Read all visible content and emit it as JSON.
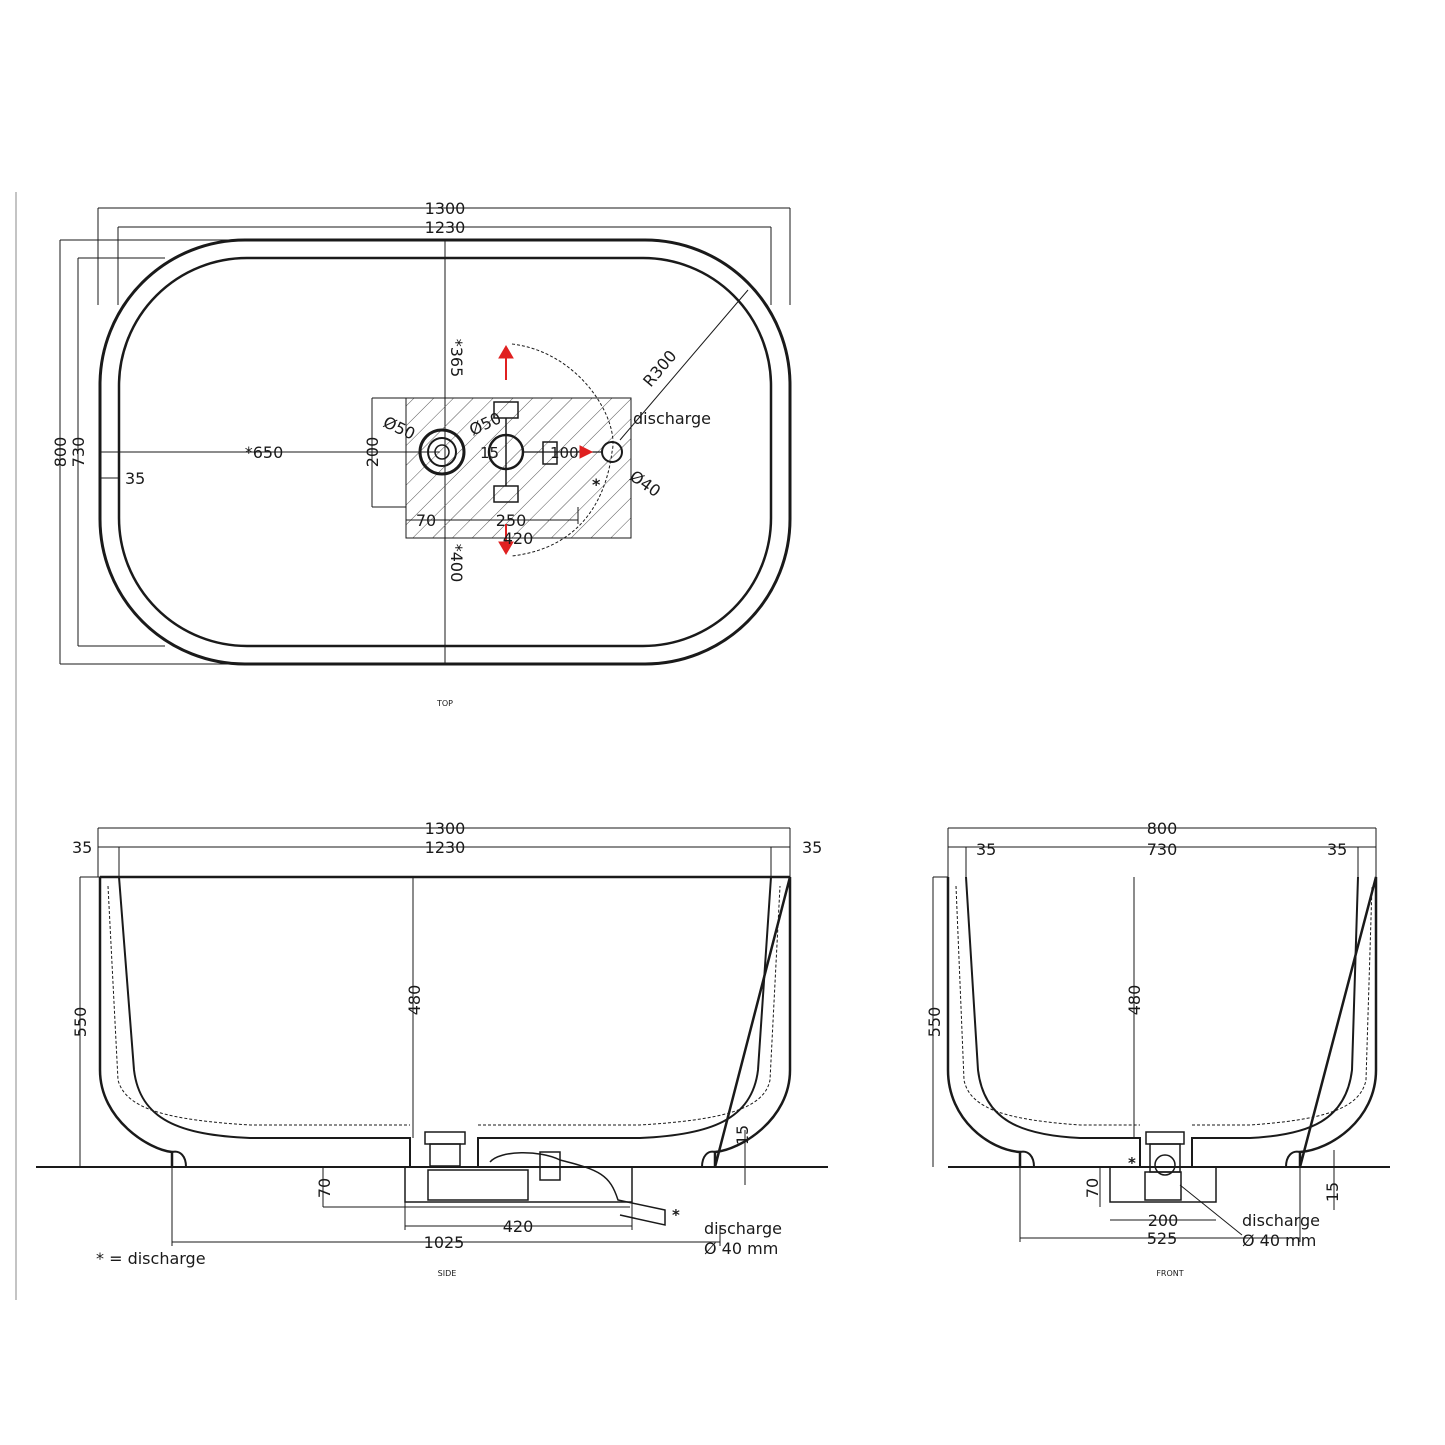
{
  "top_view": {
    "caption": "TOP",
    "dims": {
      "overall_length": "1300",
      "inner_length": "1230",
      "overall_width": "800",
      "inner_width": "730",
      "wall": "35",
      "drain_offset_x": "*650",
      "drain_offset_y_top": "*365",
      "drain_offset_y_bottom": "*400",
      "radius": "R300",
      "box_height": "200",
      "dim_70": "70",
      "dim_250": "250",
      "dim_420": "420",
      "pipe_50": "Ø50",
      "pipe_50b": "Ø50",
      "pipe_40": "Ø40",
      "label_15": "15",
      "label_100": "100"
    },
    "discharge_label": "discharge",
    "asterisk": "*"
  },
  "side_view": {
    "caption": "SIDE",
    "dims": {
      "overall_length": "1300",
      "inner_length": "1230",
      "wall_left": "35",
      "wall_right": "35",
      "height": "550",
      "depth": "480",
      "foot": "15",
      "trap_depth": "70",
      "trap_width": "420",
      "drain_span": "1025"
    },
    "discharge_label": "discharge",
    "discharge_size": "Ø 40 mm",
    "asterisk": "*",
    "legend": "* = discharge"
  },
  "front_view": {
    "caption": "FRONT",
    "dims": {
      "overall_width": "800",
      "inner_width": "730",
      "wall_left": "35",
      "wall_right": "35",
      "height": "550",
      "depth": "480",
      "foot": "15",
      "trap_depth": "70",
      "trap_width": "200",
      "base_span": "525"
    },
    "discharge_label": "discharge",
    "discharge_size": "Ø 40 mm",
    "asterisk": "*"
  },
  "colors": {
    "line": "#1a1a1a",
    "arrow_red": "#e02020"
  }
}
